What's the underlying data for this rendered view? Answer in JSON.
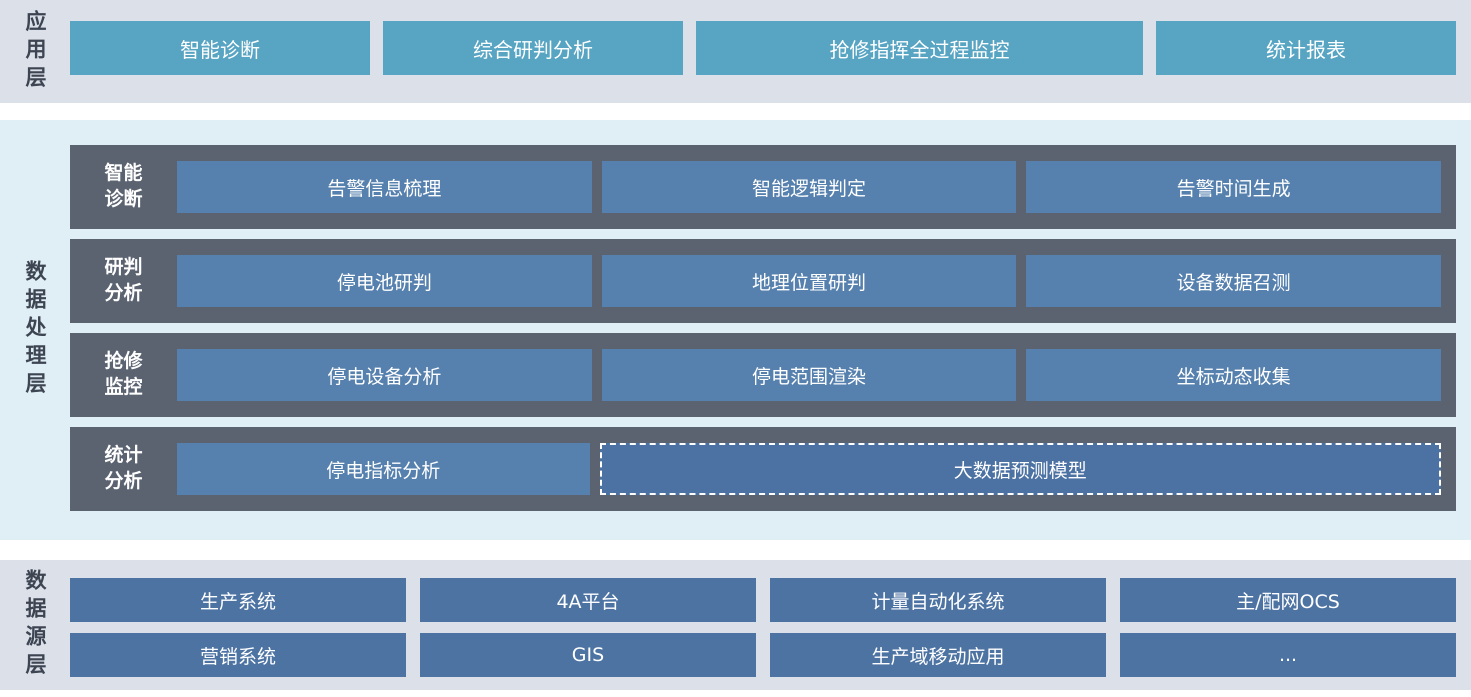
{
  "app_layer": {
    "label": "应用层",
    "items": [
      "智能诊断",
      "综合研判分析",
      "抢修指挥全过程监控",
      "统计报表"
    ]
  },
  "processing_layer": {
    "label": "数据处理层",
    "rows": [
      {
        "label": "智能\n诊断",
        "items": [
          "告警信息梳理",
          "智能逻辑判定",
          "告警时间生成"
        ]
      },
      {
        "label": "研判\n分析",
        "items": [
          "停电池研判",
          "地理位置研判",
          "设备数据召测"
        ]
      },
      {
        "label": "抢修\n监控",
        "items": [
          "停电设备分析",
          "停电范围渲染",
          "坐标动态收集"
        ]
      },
      {
        "label": "统计\n分析",
        "items": [
          "停电指标分析",
          "大数据预测模型"
        ]
      }
    ]
  },
  "source_layer": {
    "label": "数据源层",
    "rows": [
      [
        "生产系统",
        "4A平台",
        "计量自动化系统",
        "主/配网OCS"
      ],
      [
        "营销系统",
        "GIS",
        "生产域移动应用",
        "..."
      ]
    ]
  },
  "colors": {
    "app_button": "#57a4c3",
    "process_row_background": "#5b6371",
    "process_button": "#5680ad",
    "process_button_dashed": "#4c72a3",
    "source_button": "#4d73a3",
    "layer_background_gray": "#dce1e9",
    "layer_background_blue": "#e0eef5",
    "label_text": "#3d4452"
  }
}
